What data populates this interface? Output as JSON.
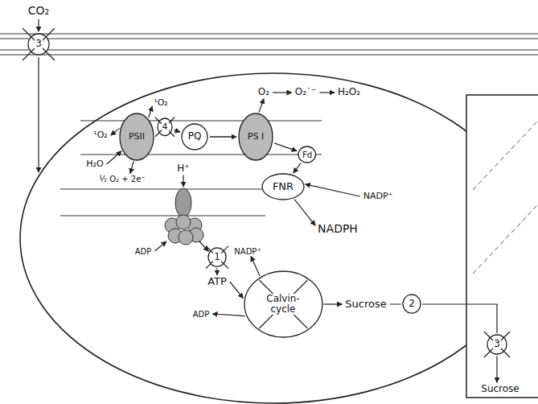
{
  "diagram": {
    "nodes": [
      {
        "text": [
          "3"
        ]
      },
      {
        "text": [
          "PSII"
        ]
      },
      {
        "text": [
          "4"
        ]
      },
      {
        "text": [
          "PQ"
        ]
      },
      {
        "text": [
          "PS I"
        ]
      },
      {
        "text": [
          "Fd"
        ]
      },
      {
        "text": [
          "FNR"
        ]
      },
      {
        "text": [
          "1"
        ]
      },
      {
        "text": [
          "Calvin-cycle"
        ]
      },
      {
        "text": [
          "2"
        ]
      },
      {
        "text": [
          "3"
        ]
      }
    ],
    "edges": [
      {
        "from": 1,
        "to": 2,
        "arrow": "none"
      },
      {
        "from": 2,
        "to": 3,
        "arrow": "to"
      },
      {
        "from": 3,
        "to": 4,
        "arrow": "to"
      },
      {
        "from": 4,
        "to": 5,
        "arrow": "to"
      },
      {
        "from": 5,
        "to": 6,
        "arrow": "to"
      }
    ],
    "labels": [
      "CO₂",
      "¹O₂",
      "¹O₂",
      "O₂",
      "O₂˙⁻",
      "H₂O₂",
      "H₂O",
      "½ O₂ + 2e⁻",
      "H⁺",
      "NADP⁺",
      "NADPH",
      "ADP",
      "ATP",
      "NADP⁺",
      "ADP",
      "Sucrose",
      "Sucrose"
    ]
  }
}
